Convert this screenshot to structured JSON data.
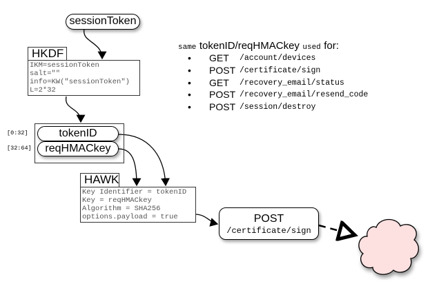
{
  "session_token": "sessionToken",
  "hkdf": {
    "title": "HKDF",
    "lines": [
      "IKM=sessionToken",
      "salt=\"\"",
      "info=KW(\"sessionToken\")",
      "L=2*32"
    ]
  },
  "split": {
    "token_id": "tokenID",
    "req_hmac_key": "reqHMACkey",
    "range_token_id": "[0:32]",
    "range_req_hmac_key": "[32:64]"
  },
  "hawk": {
    "title": "HAWK",
    "lines": [
      "Key Identifier = tokenID",
      "Key = reqHMACkey",
      "Algorithm = SHA256",
      "options.payload = true"
    ]
  },
  "request": {
    "method": "POST",
    "path": "/certificate/sign"
  },
  "cloud": {
    "fill": "#fde0e0"
  },
  "usage": {
    "prefix": "same",
    "keys": "tokenID/reqHMACkey",
    "used": "used",
    "for": "for:",
    "bullet": "•",
    "endpoints": [
      {
        "method": "GET",
        "path": "/account/devices"
      },
      {
        "method": "POST",
        "path": "/certificate/sign"
      },
      {
        "method": "GET",
        "path": "/recovery_email/status"
      },
      {
        "method": "POST",
        "path": "/recovery_email/resend_code"
      },
      {
        "method": "POST",
        "path": "/session/destroy"
      }
    ]
  }
}
